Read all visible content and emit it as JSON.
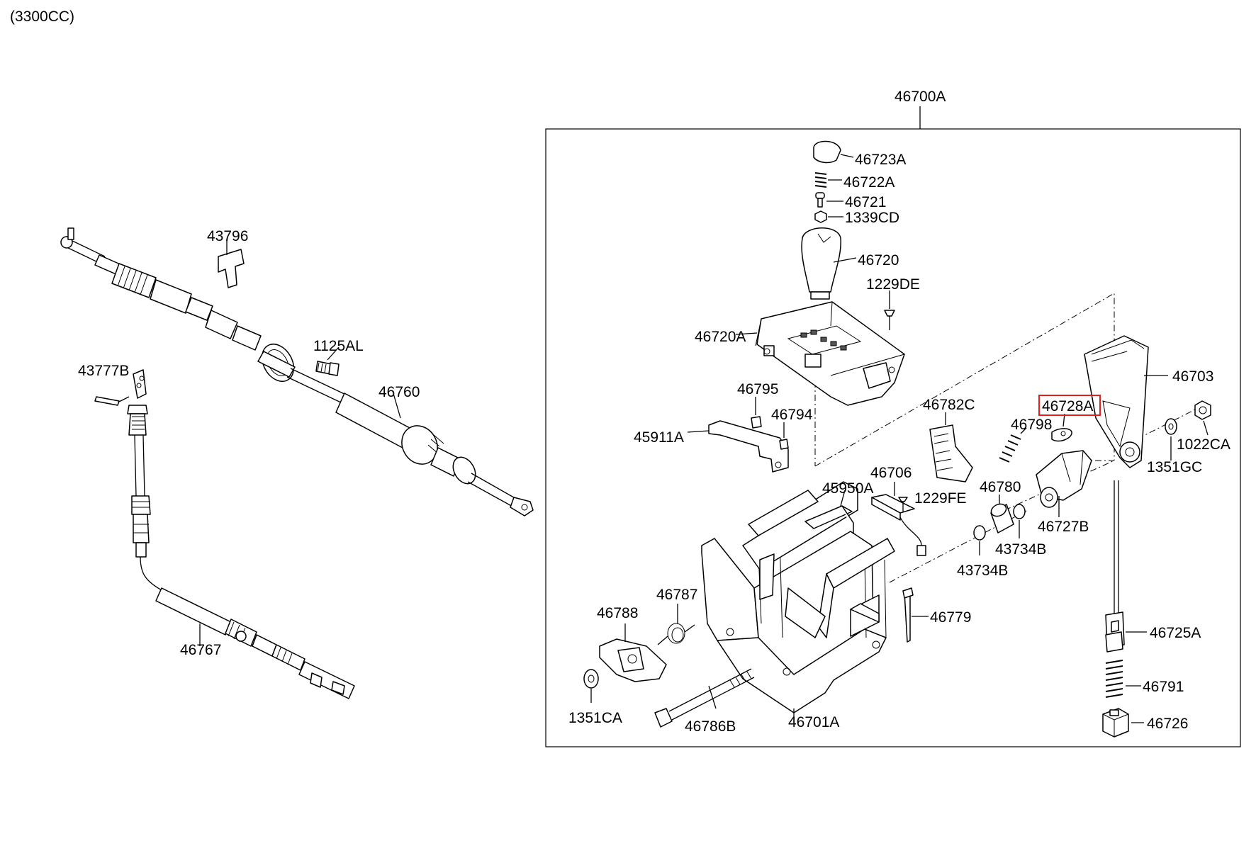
{
  "header": {
    "engine_note": "(3300CC)"
  },
  "assembly": {
    "label": "46700A"
  },
  "highlight": {
    "color": "#e0201e"
  },
  "callouts": [
    {
      "id": "43796",
      "text": "43796"
    },
    {
      "id": "1125AL",
      "text": "1125AL"
    },
    {
      "id": "46760",
      "text": "46760"
    },
    {
      "id": "43777B",
      "text": "43777B"
    },
    {
      "id": "46767",
      "text": "46767"
    },
    {
      "id": "46723A",
      "text": "46723A"
    },
    {
      "id": "46722A",
      "text": "46722A"
    },
    {
      "id": "46721",
      "text": "46721"
    },
    {
      "id": "1339CD",
      "text": "1339CD"
    },
    {
      "id": "46720",
      "text": "46720"
    },
    {
      "id": "1229DE",
      "text": "1229DE"
    },
    {
      "id": "46720A",
      "text": "46720A"
    },
    {
      "id": "46795",
      "text": "46795"
    },
    {
      "id": "46794",
      "text": "46794"
    },
    {
      "id": "45911A",
      "text": "45911A"
    },
    {
      "id": "46782C",
      "text": "46782C"
    },
    {
      "id": "46728A",
      "text": "46728A",
      "highlighted": true
    },
    {
      "id": "46798",
      "text": "46798"
    },
    {
      "id": "46703",
      "text": "46703"
    },
    {
      "id": "1022CA",
      "text": "1022CA"
    },
    {
      "id": "1351GC",
      "text": "1351GC"
    },
    {
      "id": "46706",
      "text": "46706"
    },
    {
      "id": "45950A",
      "text": "45950A"
    },
    {
      "id": "1229FE",
      "text": "1229FE"
    },
    {
      "id": "46780",
      "text": "46780"
    },
    {
      "id": "46727B",
      "text": "46727B"
    },
    {
      "id": "43734B_a",
      "text": "43734B"
    },
    {
      "id": "43734B_b",
      "text": "43734B"
    },
    {
      "id": "46787",
      "text": "46787"
    },
    {
      "id": "46788",
      "text": "46788"
    },
    {
      "id": "46779",
      "text": "46779"
    },
    {
      "id": "46725A",
      "text": "46725A"
    },
    {
      "id": "46791",
      "text": "46791"
    },
    {
      "id": "46726",
      "text": "46726"
    },
    {
      "id": "1351CA",
      "text": "1351CA"
    },
    {
      "id": "46786B",
      "text": "46786B"
    },
    {
      "id": "46701A",
      "text": "46701A"
    }
  ]
}
